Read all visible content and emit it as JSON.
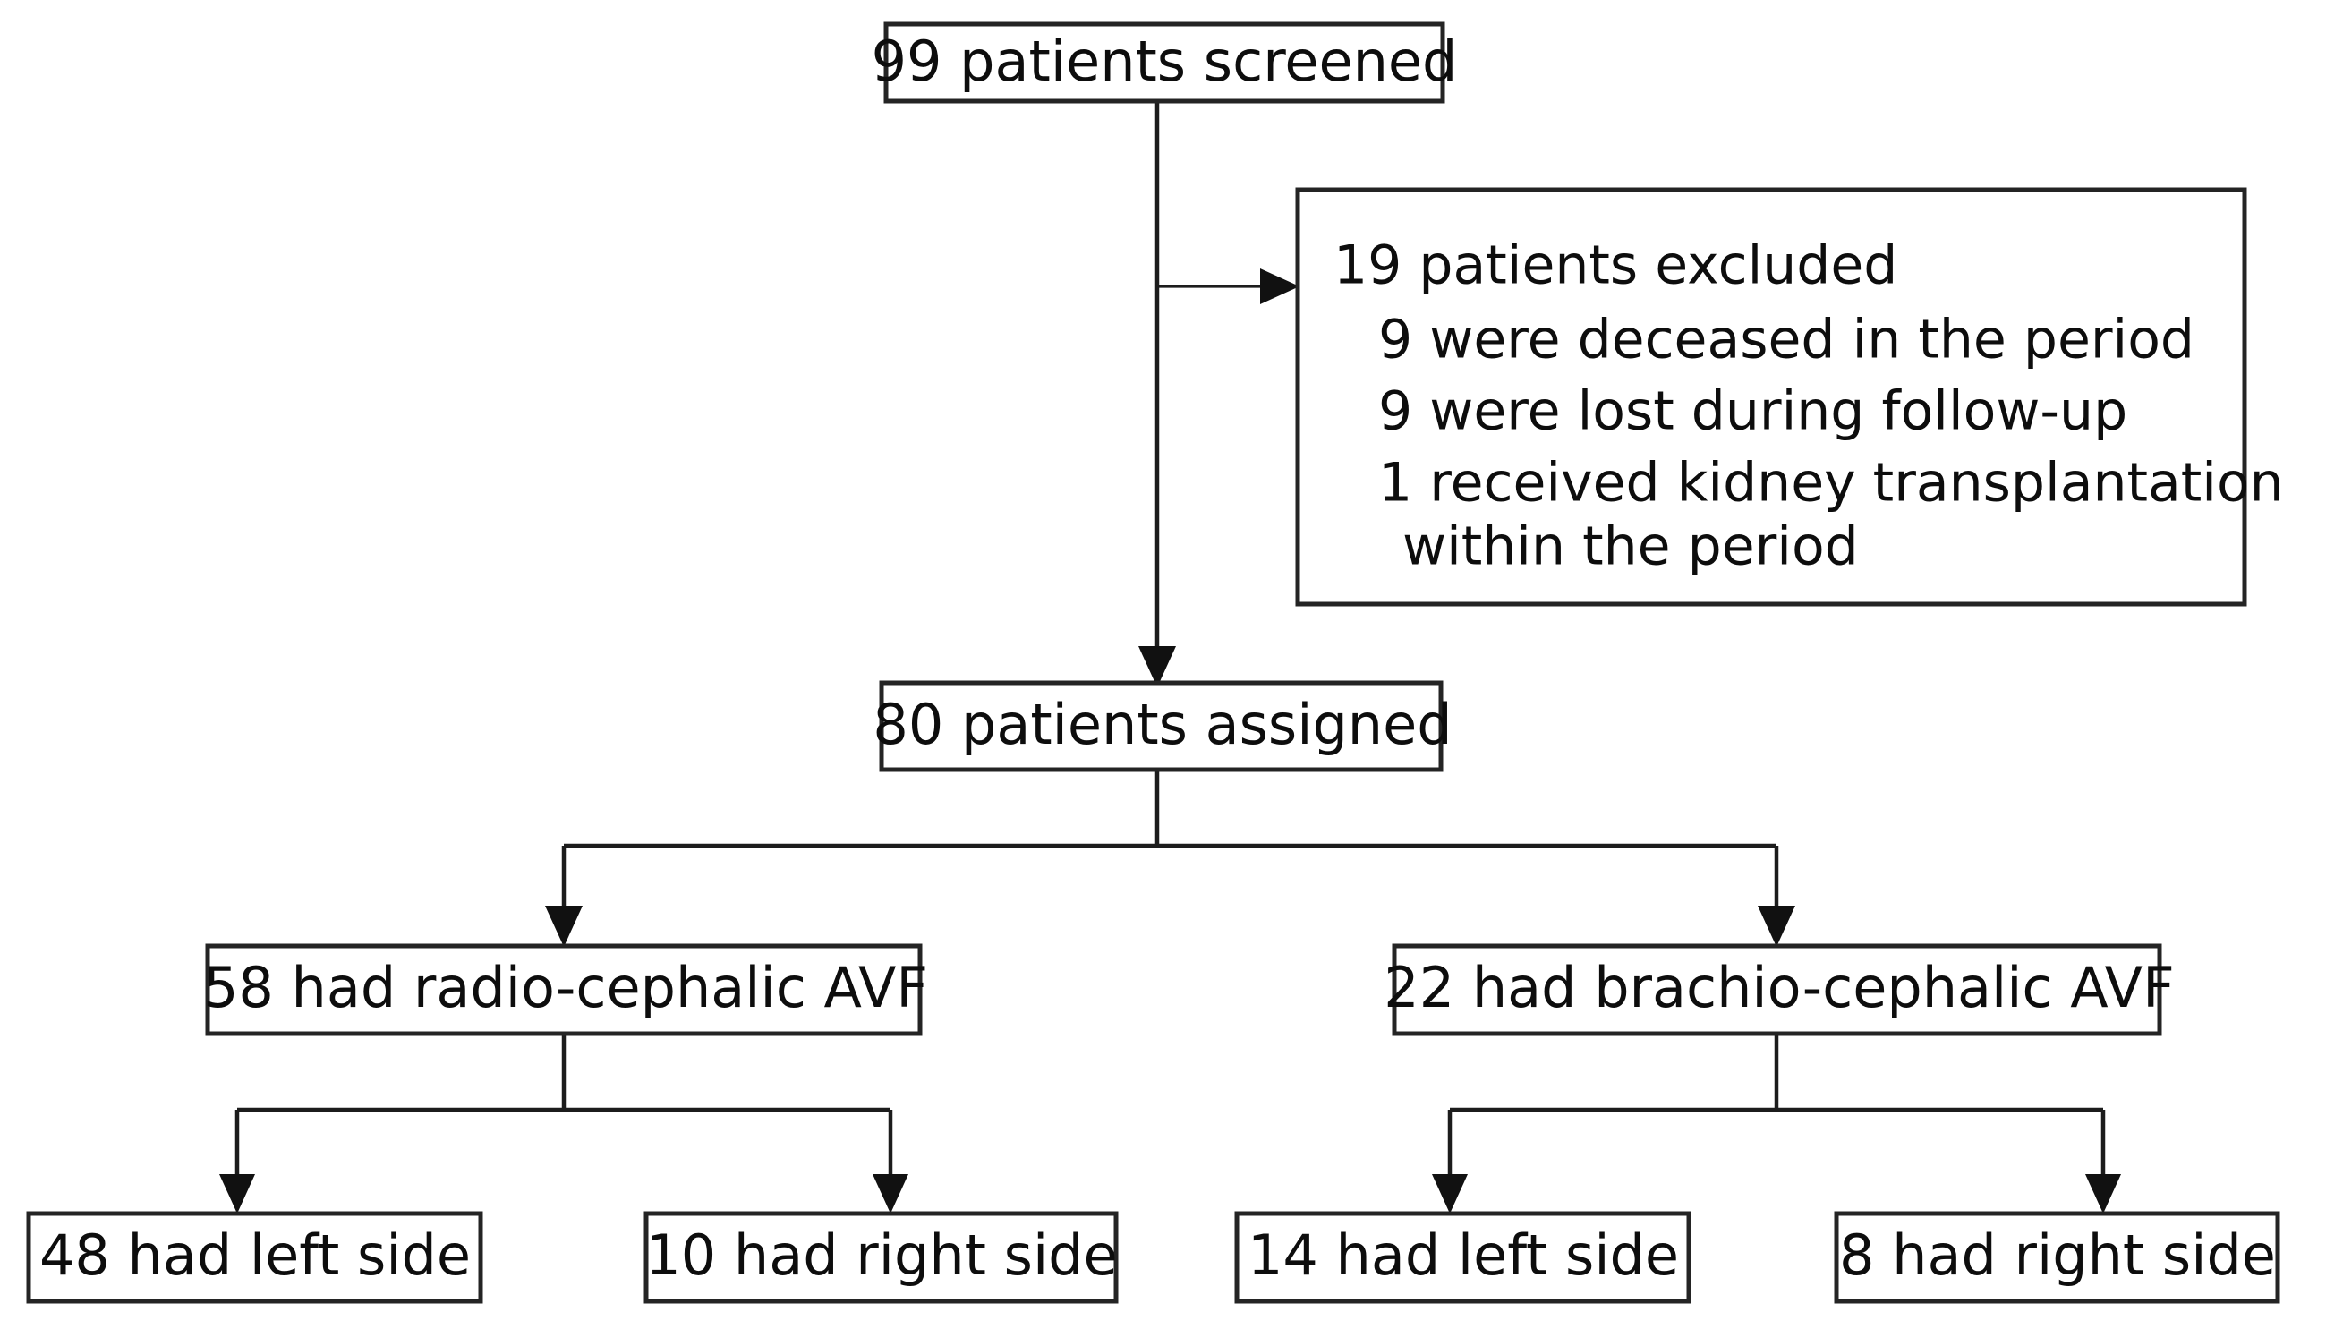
{
  "diagram": {
    "title": "Patient enrollment and arteriovenous fistula assignment flow",
    "type": "flowchart",
    "accent_color": "#1c1c1c",
    "background_color": "#ffffff"
  },
  "nodes": {
    "screened": {
      "label": "99 patients screened",
      "count": 99
    },
    "excluded": {
      "heading": "19 patients excluded",
      "count": 19,
      "reasons": [
        "9 were deceased in the period",
        "9 were lost during follow-up",
        "1 received kidney transplantation",
        "within the period"
      ]
    },
    "assigned": {
      "label": "80 patients assigned",
      "count": 80
    },
    "radio_cephalic": {
      "label": "58 had radio-cephalic AVF",
      "count": 58
    },
    "brachio_cephalic": {
      "label": "22 had brachio-cephalic AVF",
      "count": 22
    },
    "radio_left": {
      "label": "48 had left side",
      "count": 48
    },
    "radio_right": {
      "label": "10 had right side",
      "count": 10
    },
    "brachio_left": {
      "label": "14 had left side",
      "count": 14
    },
    "brachio_right": {
      "label": "8 had right side",
      "count": 8
    }
  },
  "edges": {
    "screened_to_excluded": "exclusion branch",
    "screened_to_assigned": "enrollment",
    "assigned_to_radio": "radio-cephalic allocation",
    "assigned_to_brachio": "brachio-cephalic allocation",
    "radio_to_left": "left side",
    "radio_to_right": "right side",
    "brachio_to_left": "left side",
    "brachio_to_right": "right side"
  }
}
